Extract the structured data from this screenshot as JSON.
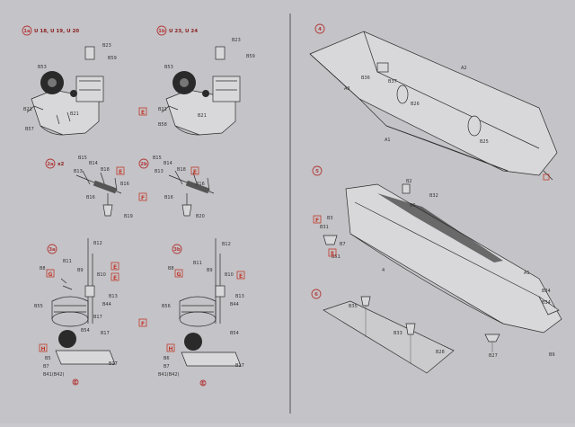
{
  "steps": {
    "s1a": {
      "num": "1a",
      "title": "U 18, U 19, U 20",
      "l1": "B23",
      "l2": "B59",
      "l3": "B53",
      "l4": "B21",
      "l5": "B57",
      "l6": "B21"
    },
    "s1b": {
      "num": "1b",
      "title": "U 23, U 24",
      "l1": "B23",
      "l2": "B59",
      "l3": "B53",
      "l4": "B21",
      "l5": "B58",
      "l6": "B21",
      "m1": "E"
    },
    "s2a": {
      "num": "2a",
      "mult": "x2",
      "l1": "B15",
      "l2": "B14",
      "l3": "B18",
      "l4": "B13",
      "l5": "B16",
      "l6": "B16",
      "l7": "B19",
      "m1": "E"
    },
    "s2b": {
      "num": "2b",
      "l1": "B15",
      "l2": "B14",
      "l3": "B18",
      "l4": "B13",
      "l5": "B16",
      "l6": "B16",
      "l7": "B20",
      "m1": "E",
      "m2": "F"
    },
    "s3a": {
      "num": "3a",
      "l1": "B12",
      "l2": "B11",
      "l3": "B8",
      "l4": "B10",
      "l5": "B9",
      "l6": "B13",
      "l7": "B44",
      "l8": "B55",
      "l9": "B17",
      "l10": "B54",
      "l11": "B17",
      "l12": "B5",
      "l13": "B7",
      "l14": "B41(B42)",
      "l15": "B17",
      "m1": "G",
      "m2": "E",
      "m3": "E",
      "m4": "H",
      "m5": "E"
    },
    "s3b": {
      "num": "3b",
      "l1": "B12",
      "l2": "B11",
      "l3": "B8",
      "l4": "B10",
      "l5": "B9",
      "l6": "B13",
      "l7": "B44",
      "l8": "B56",
      "l9": "B54",
      "l10": "B6",
      "l11": "B7",
      "l12": "B41(B42)",
      "l13": "B17",
      "m1": "G",
      "m2": "E",
      "m3": "F",
      "m4": "H",
      "m5": "E"
    },
    "s4": {
      "num": "4",
      "l1": "B36",
      "l2": "B37",
      "l3": "A2",
      "l4": "A3",
      "l5": "B26",
      "l6": "A1",
      "l7": "B25"
    },
    "s5": {
      "num": "5",
      "l1": "B2",
      "l2": "B32",
      "l3": "B6",
      "l4": "B3",
      "l5": "B31",
      "l6": "B7",
      "l7": "B51",
      "l8": "4",
      "l9": "A1",
      "l10": "B34",
      "m1": "F",
      "m2": "E"
    },
    "s6": {
      "num": "6",
      "l1": "B35",
      "l2": "B33",
      "l3": "B28",
      "l4": "B27",
      "l5": "B34",
      "l6": "B9"
    }
  },
  "colors": {
    "accent": "#b23a3a",
    "paper": "#c5c4c8",
    "ink": "#2b2b2b"
  }
}
